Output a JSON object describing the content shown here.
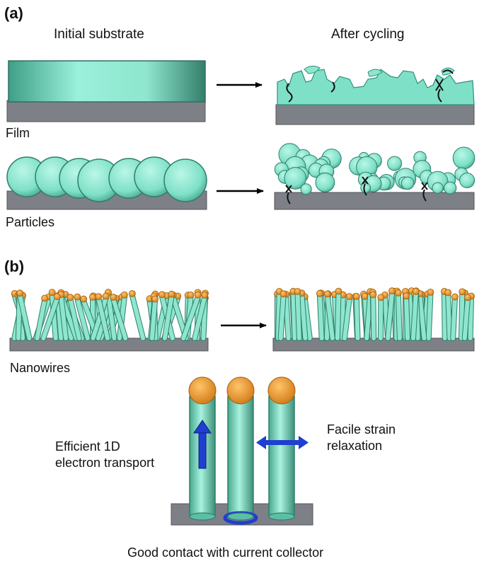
{
  "panel_a": {
    "label": "(a)",
    "col_initial": "Initial substrate",
    "col_after": "After cycling",
    "row_film": "Film",
    "row_particles": "Particles"
  },
  "panel_b": {
    "label": "(b)",
    "row_nanowires": "Nanowires"
  },
  "annotations": {
    "transport": "Efficient 1D\nelectron transport",
    "strain": "Facile strain\nrelaxation",
    "contact": "Good contact with current collector"
  },
  "colors": {
    "active": "#7fe0c8",
    "active_dark": "#2f8f78",
    "substrate": "#7e8088",
    "catalyst": "#e8962a",
    "arrow_blue": "#1f3fd0"
  }
}
